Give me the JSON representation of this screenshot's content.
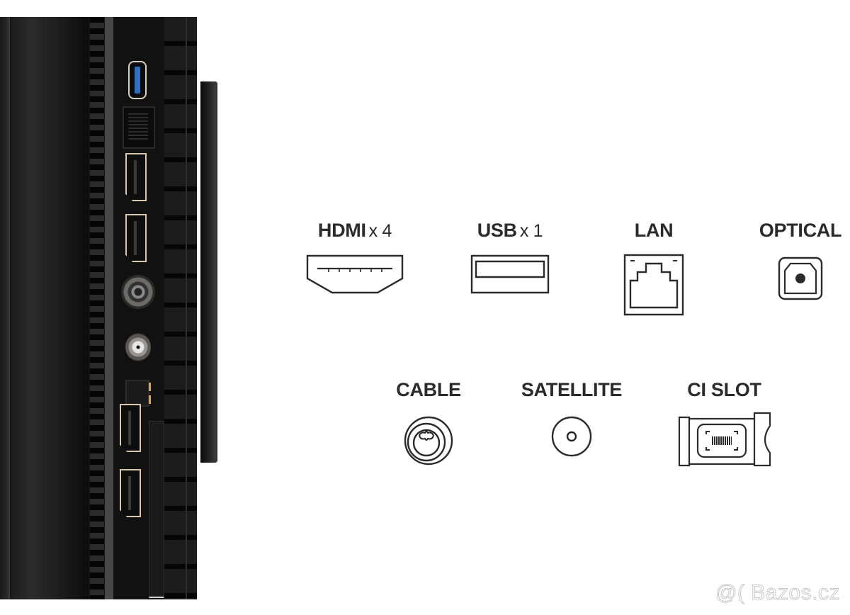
{
  "photo": {
    "subject": "TV rear connector panel",
    "ports_top_to_bottom": [
      "usb-blue",
      "lan",
      "hdmi",
      "hdmi",
      "cable-coax",
      "satellite-f",
      "optical",
      "hdmi",
      "hdmi"
    ],
    "usb_accent_color": "#2e6fc0",
    "port_trim_color": "#d9c9b0"
  },
  "legend": {
    "text_color": "#2b2b2b",
    "row1": [
      {
        "label": "HDMI",
        "qty": "x 4",
        "icon": "hdmi-port-icon"
      },
      {
        "label": "USB",
        "qty": "x 1",
        "icon": "usb-port-icon"
      },
      {
        "label": "LAN",
        "qty": "",
        "icon": "lan-port-icon"
      },
      {
        "label": "OPTICAL",
        "qty": "",
        "icon": "optical-port-icon"
      }
    ],
    "row2": [
      {
        "label": "CABLE",
        "qty": "",
        "icon": "cable-port-icon"
      },
      {
        "label": "SATELLITE",
        "qty": "",
        "icon": "satellite-port-icon"
      },
      {
        "label": "CI SLOT",
        "qty": "",
        "icon": "ci-slot-icon"
      }
    ]
  },
  "watermark": {
    "text": "@( Bazos.cz"
  }
}
